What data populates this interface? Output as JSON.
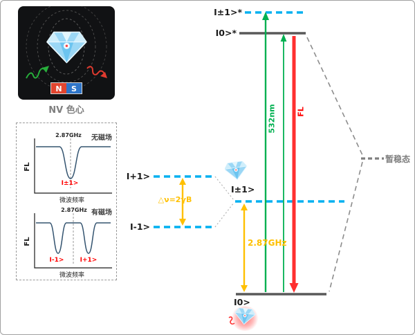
{
  "nv_panel": {
    "caption": "NV 色心",
    "magnet": {
      "north": "N",
      "south": "S"
    }
  },
  "odmr": {
    "no_field": {
      "freq": "2.87GHz",
      "condition": "无磁场",
      "ylabel": "FL",
      "xlabel": "微波频率",
      "dip": "I±1>"
    },
    "with_field": {
      "freq": "2.87GHz",
      "condition": "有磁场",
      "ylabel": "FL",
      "xlabel": "微波频率",
      "dip_left": "I-1>",
      "dip_right": "I+1>"
    }
  },
  "levels": {
    "excited_pm1": "I±1>*",
    "excited_zero": "I0>*",
    "plus_one": "I+1>",
    "minus_one": "I-1>",
    "pm_one": "I±1>",
    "ground": "I0>",
    "metastable": "暂稳态"
  },
  "annotations": {
    "zeeman": "△ν=2γB",
    "zero_field_splitting": "2.87GHz",
    "excitation": "532nm",
    "fluorescence": "FL"
  },
  "colors": {
    "level_dashed_cyan": "#00b0f0",
    "level_solid_gray": "#595959",
    "excitation_green": "#00b050",
    "fluorescence_red": "#ff2f2f",
    "arrow_orange": "#ffc000",
    "dip_label_red": "#ff0000",
    "metastable_gray": "#7f7f7f"
  }
}
